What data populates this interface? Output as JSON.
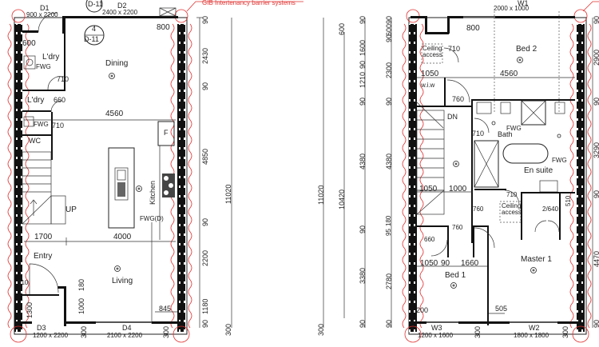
{
  "annotation": {
    "gib_barrier": "GIB Intertenancy barrier systems",
    "color": "#e0302f"
  },
  "ground_floor": {
    "rooms": {
      "dining": "Dining",
      "laundry1": "L'dry",
      "laundry2": "L'dry",
      "wc": "WC",
      "kitchen": "Kitchen",
      "entry": "Entry",
      "living": "Living",
      "fridge": "F",
      "stairs_up": "UP"
    },
    "labels": {
      "fwg1": "FWG",
      "fwg2": "FWG",
      "fwg_d": "FWG(D)",
      "section_num": "4",
      "section_ref": "D-11",
      "section_ref_top": "D-11"
    },
    "doors": {
      "d1_name": "D1",
      "d1_size": "900 x 2200",
      "d2_name": "D2",
      "d2_size": "2400 x 2200",
      "d3_name": "D3",
      "d3_size": "1200 x 2200",
      "d4_name": "D4",
      "d4_size": "2100 x 2200"
    },
    "dims": {
      "d800": "800",
      "d600": "600",
      "d710a": "710",
      "d660": "660",
      "d710b": "710",
      "d4560": "4560",
      "d1700": "1700",
      "d4000": "4000",
      "d810": "810",
      "d1300": "1300",
      "d1000": "1000",
      "d180": "180",
      "d845": "845",
      "d300a": "300",
      "d300b": "300"
    },
    "side_dims": {
      "v90a": "90",
      "v2430": "2430",
      "v90b": "90",
      "v4850": "4850",
      "v90c": "90",
      "v2200": "2200",
      "v1180": "1180",
      "v90d": "90",
      "v300": "300",
      "total": "11020"
    }
  },
  "first_floor": {
    "rooms": {
      "bed2": "Bed 2",
      "wiw": "w.i.w",
      "bath": "Bath",
      "ensuite": "En suite",
      "master": "Master 1",
      "bed1": "Bed 1",
      "stairs_dn": "DN",
      "ceiling_access1": "Ceiling access",
      "ceiling_access2": "Ceiling access"
    },
    "labels": {
      "fwg1": "FWG",
      "fwg2": "FWG"
    },
    "windows": {
      "w1_name": "W1",
      "w1_size": "2000 x 1000",
      "w2_name": "W2",
      "w2_size": "1800 x 1800",
      "w3_name": "W3",
      "w3_size": "1200 x 1600"
    },
    "dims": {
      "d800": "800",
      "d710a": "710",
      "d1050a": "1050",
      "d4560": "4560",
      "d760a": "760",
      "d710b": "710",
      "d1050b": "1050",
      "d1000": "1000",
      "d710c": "710",
      "d760b": "760",
      "d2640": "2/640",
      "d510": "510",
      "d760c": "760",
      "d660": "660",
      "d1050c": "1050",
      "d90": "90",
      "d1660": "1660",
      "d200": "200",
      "d505": "505",
      "d300a": "300",
      "d300b": "300"
    },
    "left_dims": {
      "total": "11020",
      "inner": "10420",
      "c1": [
        "600",
        "1600",
        "90",
        "1210",
        "90",
        "4380",
        "90",
        "3380",
        "90",
        "300",
        "90"
      ],
      "c2": [
        "90",
        "600",
        "90",
        "2300",
        "90",
        "4380",
        "95",
        "180",
        "2780",
        "90"
      ]
    },
    "right_dims": {
      "v90a": "90",
      "v2900": "2900",
      "v90b": "90",
      "v3290": "3290",
      "v90c": "90",
      "v4470": "4470",
      "v90d": "90"
    }
  }
}
